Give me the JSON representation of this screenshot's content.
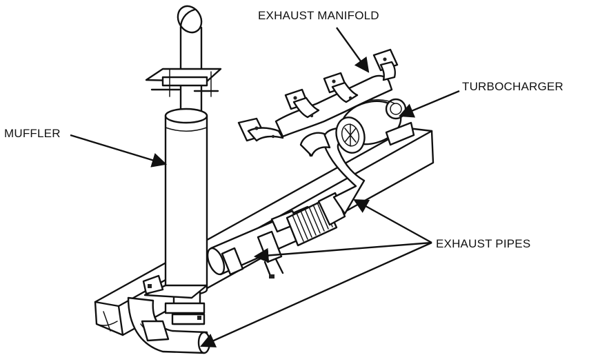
{
  "labels": {
    "exhaust_manifold": "EXHAUST MANIFOLD",
    "turbocharger": "TURBOCHARGER",
    "muffler": "MUFFLER",
    "exhaust_pipes": "EXHAUST PIPES"
  },
  "colors": {
    "ink": "#111111",
    "background": "#ffffff"
  }
}
